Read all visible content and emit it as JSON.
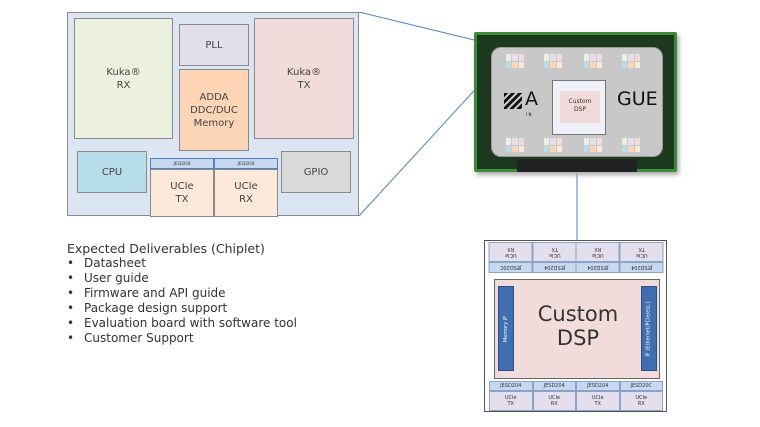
{
  "block_diagram": {
    "kuka_rx": "Kuka®\nRX",
    "pll": "PLL",
    "adda": "ADDA\nDDC/DUC\nMemory",
    "kuka_tx": "Kuka®\nTX",
    "cpu": "CPU",
    "jesd_tx": "JESD204",
    "jesd_rx": "JESD204",
    "ucie_tx": "UCIe\nTX",
    "ucie_rx": "UCIe\nRX",
    "gpio": "GPIO"
  },
  "package": {
    "logo_left": "A",
    "logo_right": "GUE",
    "logo_sub": "I N",
    "die_label": "Custom\nDSP"
  },
  "custom_dsp": {
    "top_ucie": [
      "UCIe\nRX",
      "UCIe\nTX",
      "UCIe\nRX",
      "UCIe\nTX"
    ],
    "top_jesd": [
      "JESD20C",
      "JESD204",
      "JESD204",
      "JESD204"
    ],
    "core": "Custom\nDSP",
    "left_bar": "Memory IF",
    "right_bar": "IF (Ethernet/PCIe/etc.)",
    "bottom_jesd": [
      "JESD204",
      "JESD204",
      "JESD204",
      "JESD20C"
    ],
    "bottom_ucie": [
      "UCIe\nTX",
      "UCIe\nRX",
      "UCIe\nTX",
      "UCIe\nRX"
    ]
  },
  "deliverables": {
    "title": "Expected Deliverables (Chiplet)",
    "items": [
      "Datasheet",
      "User guide",
      "Firmware and API guide",
      "Package design support",
      "Evaluation board with software tool",
      "Customer Support"
    ]
  },
  "colors": {
    "block_bg": "#dce6f2",
    "kuka_rx": "#ebf1de",
    "kuka_tx": "#f2dcdb",
    "adda": "#fbd5b5",
    "cpu": "#b7dee8",
    "gpio": "#d9d9d9",
    "pll": "#e4dfec",
    "ucie": "#fde9d9",
    "bar": "#3f6fb0"
  }
}
